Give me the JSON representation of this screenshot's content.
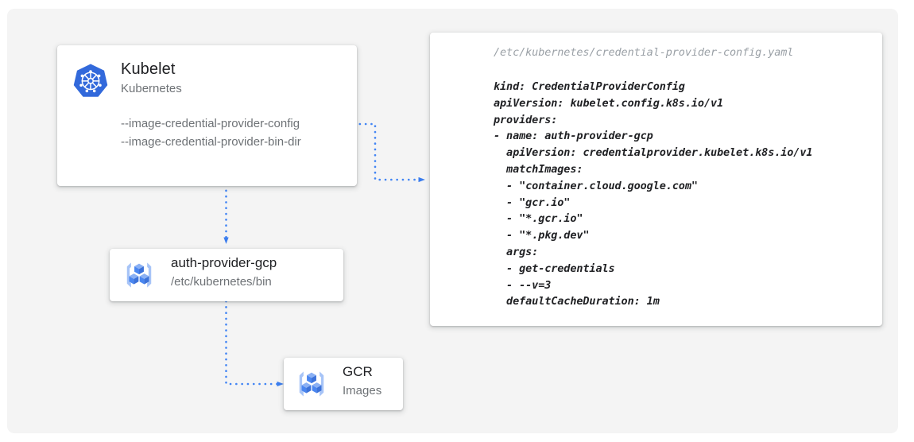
{
  "theme": {
    "page_background": "#ffffff",
    "panel_background": "#f4f4f4",
    "card_background": "#ffffff",
    "accent_blue": "#4285f4",
    "kubernetes_blue": "#3269db",
    "text_primary": "#202124",
    "text_secondary": "#6e7276",
    "text_muted": "#9aa0a6"
  },
  "nodes": {
    "kubelet": {
      "icon": "kubernetes-logo-icon",
      "title": "Kubelet",
      "subtitle": "Kubernetes",
      "flags": [
        "--image-credential-provider-config",
        "--image-credential-provider-bin-dir"
      ]
    },
    "auth_provider": {
      "icon": "container-registry-icon",
      "title": "auth-provider-gcp",
      "subtitle": "/etc/kubernetes/bin"
    },
    "gcr": {
      "icon": "container-registry-icon",
      "title": "GCR",
      "subtitle": "Images"
    }
  },
  "yaml_card": {
    "path": "/etc/kubernetes/credential-provider-config.yaml",
    "content": "kind: CredentialProviderConfig\napiVersion: kubelet.config.k8s.io/v1\nproviders:\n- name: auth-provider-gcp\n  apiVersion: credentialprovider.kubelet.k8s.io/v1\n  matchImages:\n  - \"container.cloud.google.com\"\n  - \"gcr.io\"\n  - \"*.gcr.io\"\n  - \"*.pkg.dev\"\n  args:\n  - get-credentials\n  - --v=3\n  defaultCacheDuration: 1m"
  },
  "connectors": [
    {
      "name": "kubelet-config-to-yaml",
      "from": "kubelet",
      "to": "yaml_card",
      "style": "dotted",
      "color": "#4285f4",
      "arrowhead": true
    },
    {
      "name": "kubelet-bindir-to-auth-provider",
      "from": "kubelet",
      "to": "auth_provider",
      "style": "dotted",
      "color": "#4285f4",
      "arrowhead": true
    },
    {
      "name": "auth-provider-to-gcr",
      "from": "auth_provider",
      "to": "gcr",
      "style": "dotted",
      "color": "#4285f4",
      "arrowhead": true
    }
  ]
}
